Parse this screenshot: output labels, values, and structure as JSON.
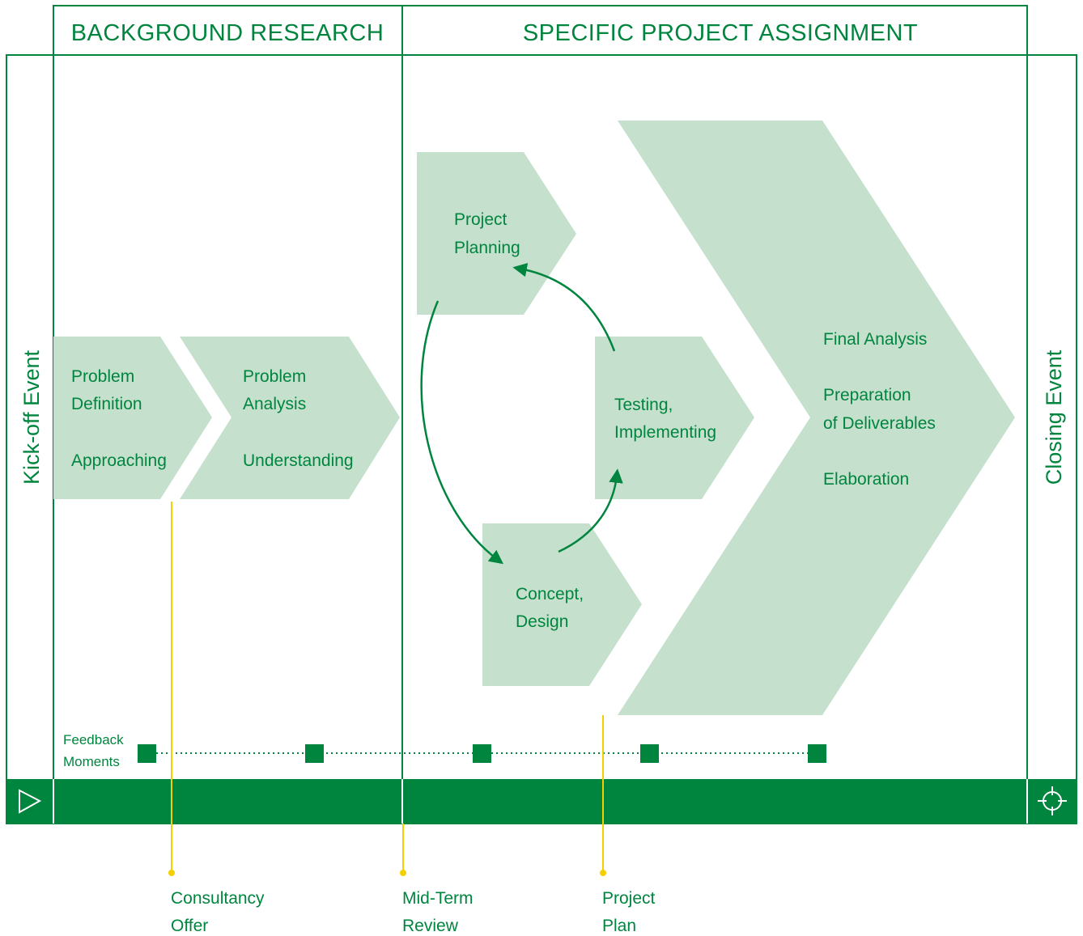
{
  "colors": {
    "primary": "#00853f",
    "shape_fill": "#c5e0cd",
    "milestone": "#f5d000",
    "background": "#ffffff"
  },
  "headers": {
    "background_research": "BACKGROUND RESEARCH",
    "specific_project_assignment": "SPECIFIC PROJECT ASSIGNMENT"
  },
  "side_labels": {
    "kickoff": "Kick-off Event",
    "closing": "Closing Event"
  },
  "phases": {
    "problem_definition": {
      "line1": "Problem",
      "line2": "Definition",
      "line3": "Approaching"
    },
    "problem_analysis": {
      "line1": "Problem",
      "line2": "Analysis",
      "line3": "Understanding"
    },
    "project_planning": {
      "line1": "Project",
      "line2": "Planning"
    },
    "testing_implementing": {
      "line1": "Testing,",
      "line2": "Implementing"
    },
    "concept_design": {
      "line1": "Concept,",
      "line2": "Design"
    },
    "final": {
      "line1": "Final Analysis",
      "line2": "Preparation",
      "line3": "of Deliverables",
      "line4": "Elaboration"
    }
  },
  "feedback": {
    "line1": "Feedback",
    "line2": "Moments",
    "count": 5
  },
  "milestones": {
    "consultancy_offer": {
      "line1": "Consultancy",
      "line2": "Offer"
    },
    "mid_term_review": {
      "line1": "Mid-Term",
      "line2": "Review"
    },
    "project_plan": {
      "line1": "Project",
      "line2": "Plan"
    }
  },
  "icons": {
    "start": "play-triangle-icon",
    "end": "crosshair-target-icon"
  }
}
